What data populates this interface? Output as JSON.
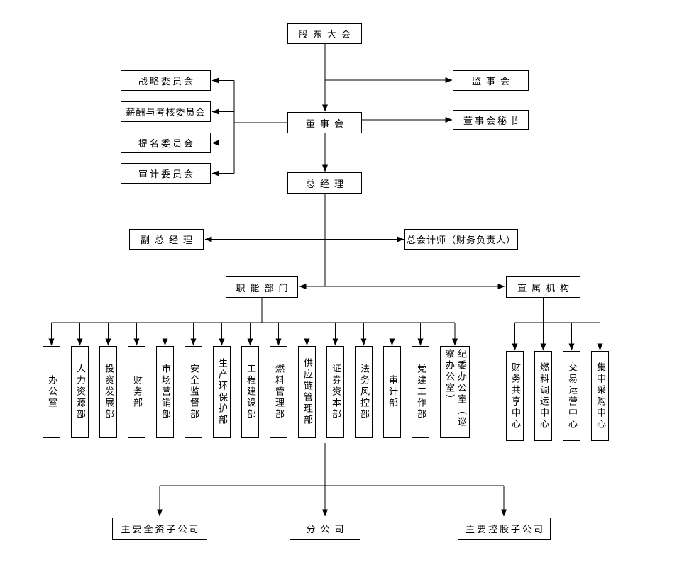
{
  "nodes": {
    "shareholders": "股东大会",
    "strategy_committee": "战略委员会",
    "remuneration_committee": "薪酬与考核委员会",
    "nomination_committee": "提名委员会",
    "audit_committee": "审计委员会",
    "supervisory_board": "监事会",
    "board": "董事会",
    "board_secretary": "董事会秘书",
    "general_manager": "总经理",
    "deputy_general_manager": "副总经理",
    "chief_accountant": "总会计师（财务负责人）",
    "functional_departments": "职能部门",
    "direct_institutions": "直属机构",
    "wholly_owned_subsidiaries": "主要全资子公司",
    "branch_companies": "分公司",
    "holding_subsidiaries": "主要控股子公司"
  },
  "departments": [
    "办公室",
    "人力资源部",
    "投资发展部",
    "财务部",
    "市场营销部",
    "安全监督部",
    "生产环保护部",
    "工程建设部",
    "燃料管理部",
    "供应链管理部",
    "证券资本部",
    "法务风控部",
    "审计部",
    "党建工作部",
    "纪委办公室（巡察办公室）"
  ],
  "direct_centers": [
    "财务共享中心",
    "燃料调运中心",
    "交易运营中心",
    "集中采购中心"
  ],
  "style": {
    "line_color": "#000000",
    "box_border_color": "#000000",
    "background": "#ffffff"
  }
}
